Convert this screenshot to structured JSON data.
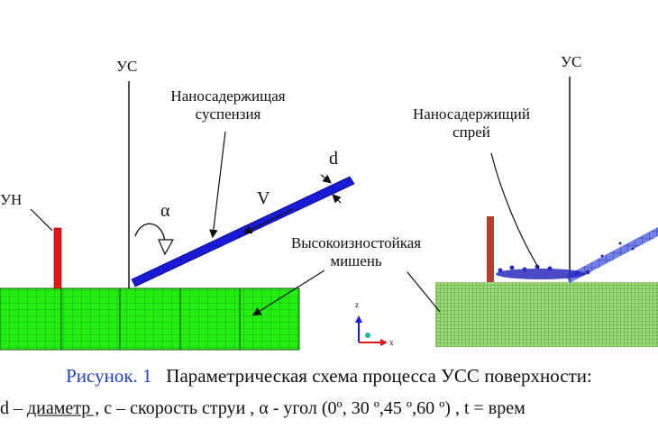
{
  "labels": {
    "us_left": "УС",
    "us_right": "УС",
    "un": "УН",
    "suspension_line1": "Наносадержищая",
    "suspension_line2": "суспензия",
    "d": "d",
    "alpha": "α",
    "velocity": "V",
    "target_line1": "Высокоизностойкая",
    "target_line2": "мишень",
    "spray_line1": "Наносадержищий",
    "spray_line2": "спрей",
    "axis_z": "z",
    "axis_x": "x"
  },
  "caption": {
    "figure_no": "Рисунок. 1",
    "text": "Параметрическая схема процесса УСС поверхности:"
  },
  "legend": {
    "d_part": "d – ",
    "diameter": "диаметр ,",
    "rest": " с – скорость струи , α - угол (0º, 30 º,45 º,60 º) , t = врем"
  },
  "colors": {
    "target_green": "#22ee11",
    "grid_dark": "#1a6d12",
    "jet_blue": "#1a1ad8",
    "nozzle_red": "#e01818",
    "caption_blue": "#1f3fbf"
  }
}
